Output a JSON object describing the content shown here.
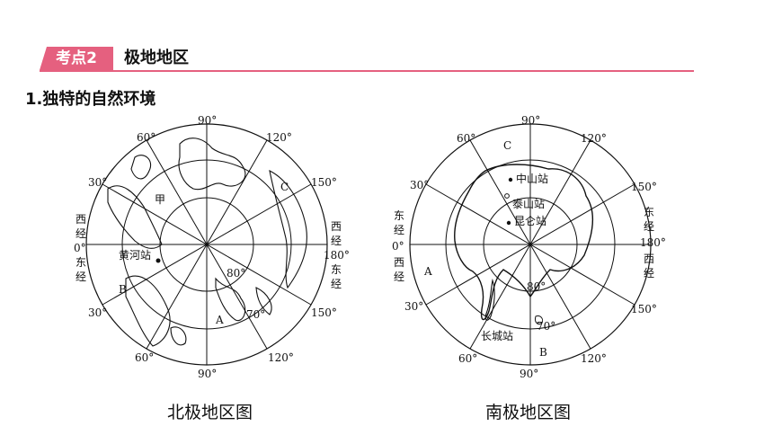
{
  "header": {
    "tag": "考点2",
    "title": "极地地区"
  },
  "subheading": "1.独特的自然环境",
  "north_map": {
    "caption": "北极地区图",
    "degree_labels": {
      "d90_top": "90°",
      "d120_top": "120°",
      "d60_top": "60°",
      "d30_ul": "30°",
      "d150_ur": "150°",
      "d180": "180°",
      "d0": "0°",
      "d30_ll": "30°",
      "d150_lr": "150°",
      "d60_bot": "60°",
      "d120_bot": "120°",
      "d90_bot": "90°",
      "lat80": "80°",
      "lat70": "70°"
    },
    "west": "西",
    "east": "东",
    "jing": "经",
    "points": {
      "jia": "甲",
      "c": "C",
      "b": "B",
      "a": "A",
      "station": "黄河站"
    }
  },
  "south_map": {
    "caption": "南极地区图",
    "degree_labels": {
      "d90_top": "90°",
      "d60_top": "60°",
      "d120_top": "120°",
      "d30_ul": "30°",
      "d150_ur": "150°",
      "d0": "0°",
      "d180": "180°",
      "d30_ll": "30°",
      "d150_lr": "150°",
      "d60_bot": "60°",
      "d90_bot": "90°",
      "d120_bot": "120°",
      "lat80": "80°",
      "lat70": "70°"
    },
    "west": "西",
    "east": "东",
    "jing": "经",
    "points": {
      "c": "C",
      "a": "A",
      "b": "B"
    },
    "stations": {
      "zhongshan": "中山站",
      "taishan": "泰山站",
      "kunlun": "昆仑站",
      "changcheng": "长城站"
    }
  }
}
